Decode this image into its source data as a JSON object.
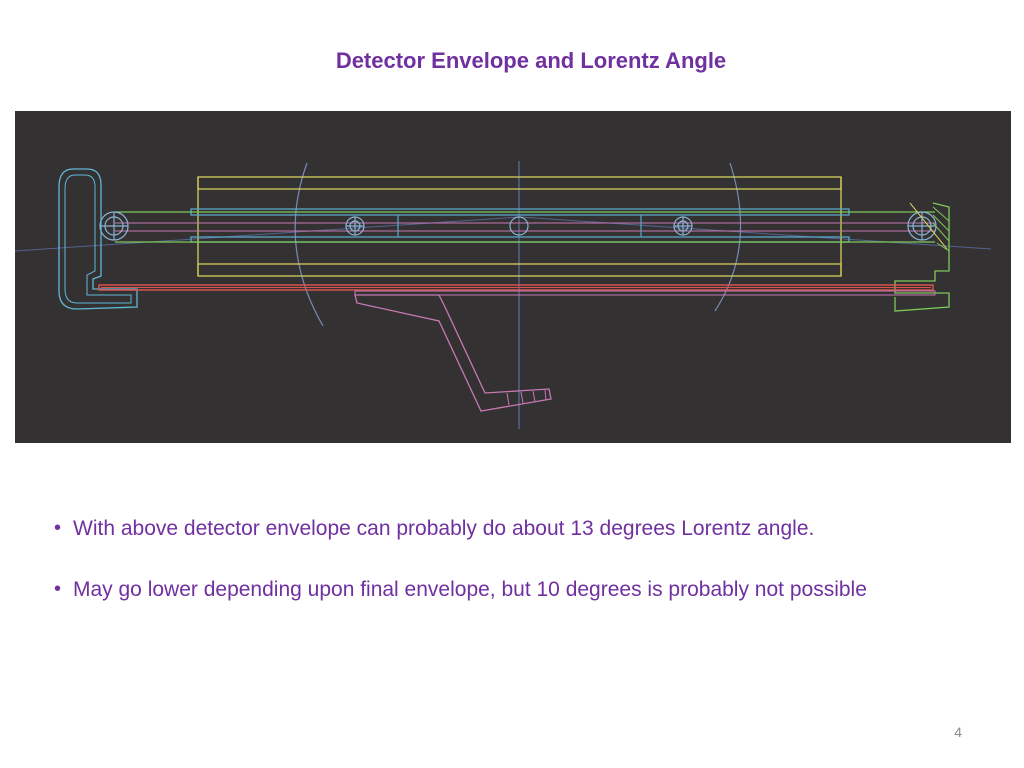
{
  "slide": {
    "title": "Detector Envelope and Lorentz Angle",
    "page_number": "4"
  },
  "drawing": {
    "description": "CAD cross-section of detector envelope",
    "background_color": "#333131",
    "part_colors": {
      "frame": "#d4cf5a",
      "left_bracket": "#62b7d6",
      "right_bracket": "#7fca5a",
      "base_rail": "#d9534f",
      "support_arm": "#c779b4",
      "beam": "#5aa8c8",
      "pivot": "#8ab4d6",
      "centerline": "#5c6fa8",
      "arc": "#7a8ab8"
    }
  },
  "bullets": [
    {
      "marker": "•",
      "text": "With above detector envelope can probably do about 13 degrees Lorentz angle."
    },
    {
      "marker": "•",
      "text": "May go lower depending upon final envelope, but 10 degrees is probably not possible"
    }
  ]
}
